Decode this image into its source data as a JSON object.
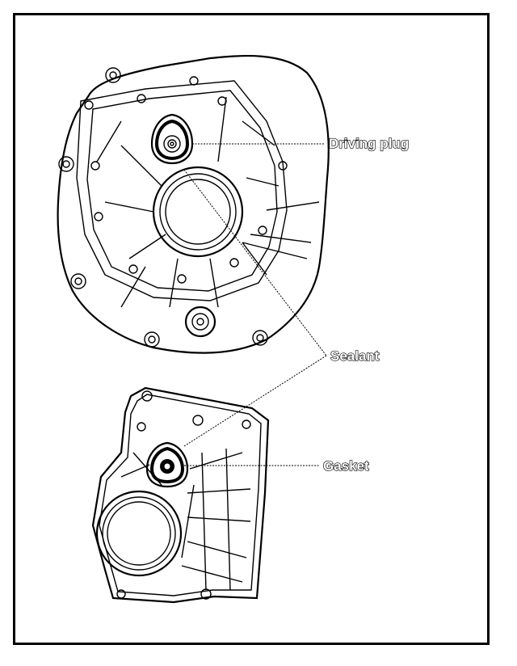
{
  "labels": {
    "driving_plug": "Driving plug",
    "sealant": "Sealant",
    "gasket": "Gasket"
  },
  "colors": {
    "line": "#000000",
    "background": "#ffffff",
    "label_fill": "#ffffff"
  }
}
